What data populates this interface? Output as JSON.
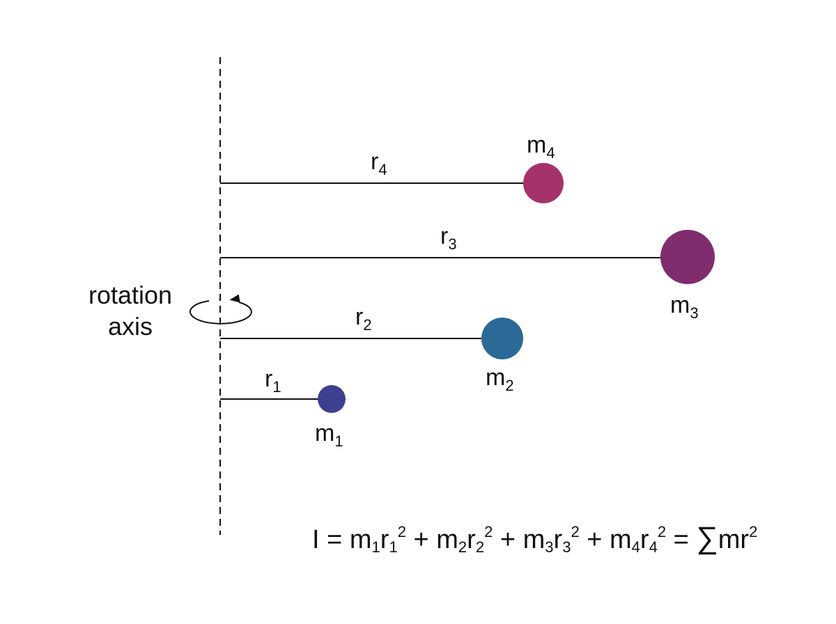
{
  "axis": {
    "label_line1": "rotation",
    "label_line2": "axis"
  },
  "masses": [
    {
      "label": "m",
      "sub": "1",
      "radius_label": "r",
      "radius_sub": "1",
      "color": "#3d3f8f"
    },
    {
      "label": "m",
      "sub": "2",
      "radius_label": "r",
      "radius_sub": "2",
      "color": "#2b6a96"
    },
    {
      "label": "m",
      "sub": "3",
      "radius_label": "r",
      "radius_sub": "3",
      "color": "#7f2d6e"
    },
    {
      "label": "m",
      "sub": "4",
      "radius_label": "r",
      "radius_sub": "4",
      "color": "#a5336a"
    }
  ],
  "formula": {
    "lhs": "I = ",
    "terms": [
      {
        "m": "m",
        "ms": "1",
        "r": "r",
        "rs": "1",
        "exp": "2"
      },
      {
        "m": "m",
        "ms": "2",
        "r": "r",
        "rs": "2",
        "exp": "2"
      },
      {
        "m": "m",
        "ms": "3",
        "r": "r",
        "rs": "3",
        "exp": "2"
      },
      {
        "m": "m",
        "ms": "4",
        "r": "r",
        "rs": "4",
        "exp": "2"
      }
    ],
    "plus": " + ",
    "equals": " = ",
    "sum_symbol": "∑",
    "sum_body": "mr",
    "sum_exp": "2"
  }
}
